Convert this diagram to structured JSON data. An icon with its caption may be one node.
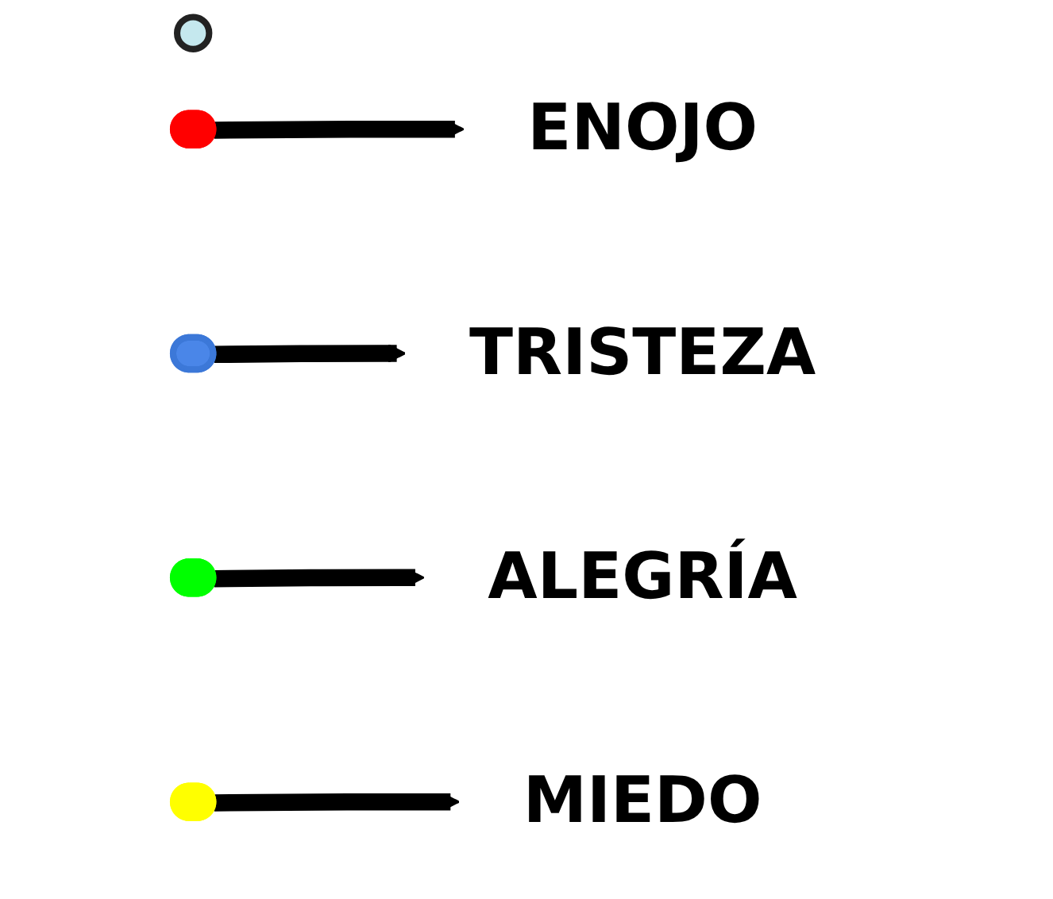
{
  "diagram": {
    "nodes": [
      {
        "text": [],
        "shape": "circle"
      },
      {
        "text": [],
        "shape": "ellipse"
      },
      {
        "text": [
          "ENOJO"
        ]
      },
      {
        "text": [],
        "shape": "ellipse"
      },
      {
        "text": [
          "TRISTEZA"
        ]
      },
      {
        "text": [],
        "shape": "ellipse"
      },
      {
        "text": [
          "ALEGRÍA"
        ]
      },
      {
        "text": [],
        "shape": "ellipse"
      },
      {
        "text": [
          "MIEDO"
        ]
      }
    ],
    "edges": [
      {
        "from": 1,
        "to": 2,
        "arrow": "to"
      },
      {
        "from": 3,
        "to": 4,
        "arrow": "to"
      },
      {
        "from": 5,
        "to": 6,
        "arrow": "to"
      },
      {
        "from": 7,
        "to": 8,
        "arrow": "to"
      }
    ]
  }
}
